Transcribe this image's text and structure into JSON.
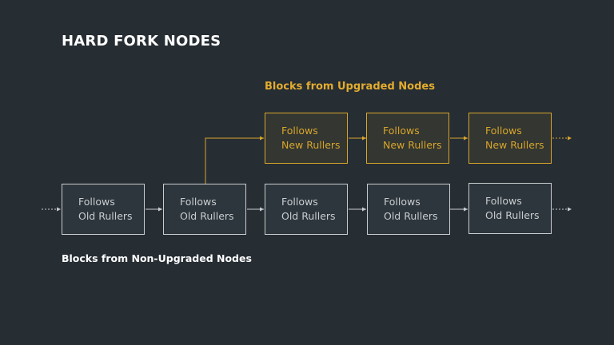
{
  "title": "HARD FORK NODES",
  "upgraded_label": "Blocks from Upgraded Nodes",
  "non_upgraded_label": "Blocks from Non-Upgraded Nodes",
  "colors": {
    "background": "#262d33",
    "old_block": "#c9cdd0",
    "new_block": "#d7a52c",
    "upgraded_label": "#e3ac2e"
  },
  "upgraded_blocks": [
    {
      "line1": "Follows",
      "line2": "New Rullers"
    },
    {
      "line1": "Follows",
      "line2": "New Rullers"
    },
    {
      "line1": "Follows",
      "line2": "New Rullers"
    }
  ],
  "old_blocks": [
    {
      "line1": "Follows",
      "line2": "Old Rullers"
    },
    {
      "line1": "Follows",
      "line2": "Old Rullers"
    },
    {
      "line1": "Follows",
      "line2": "Old Rullers"
    },
    {
      "line1": "Follows",
      "line2": "Old Rullers"
    },
    {
      "line1": "Follows",
      "line2": "Old Rullers"
    }
  ]
}
